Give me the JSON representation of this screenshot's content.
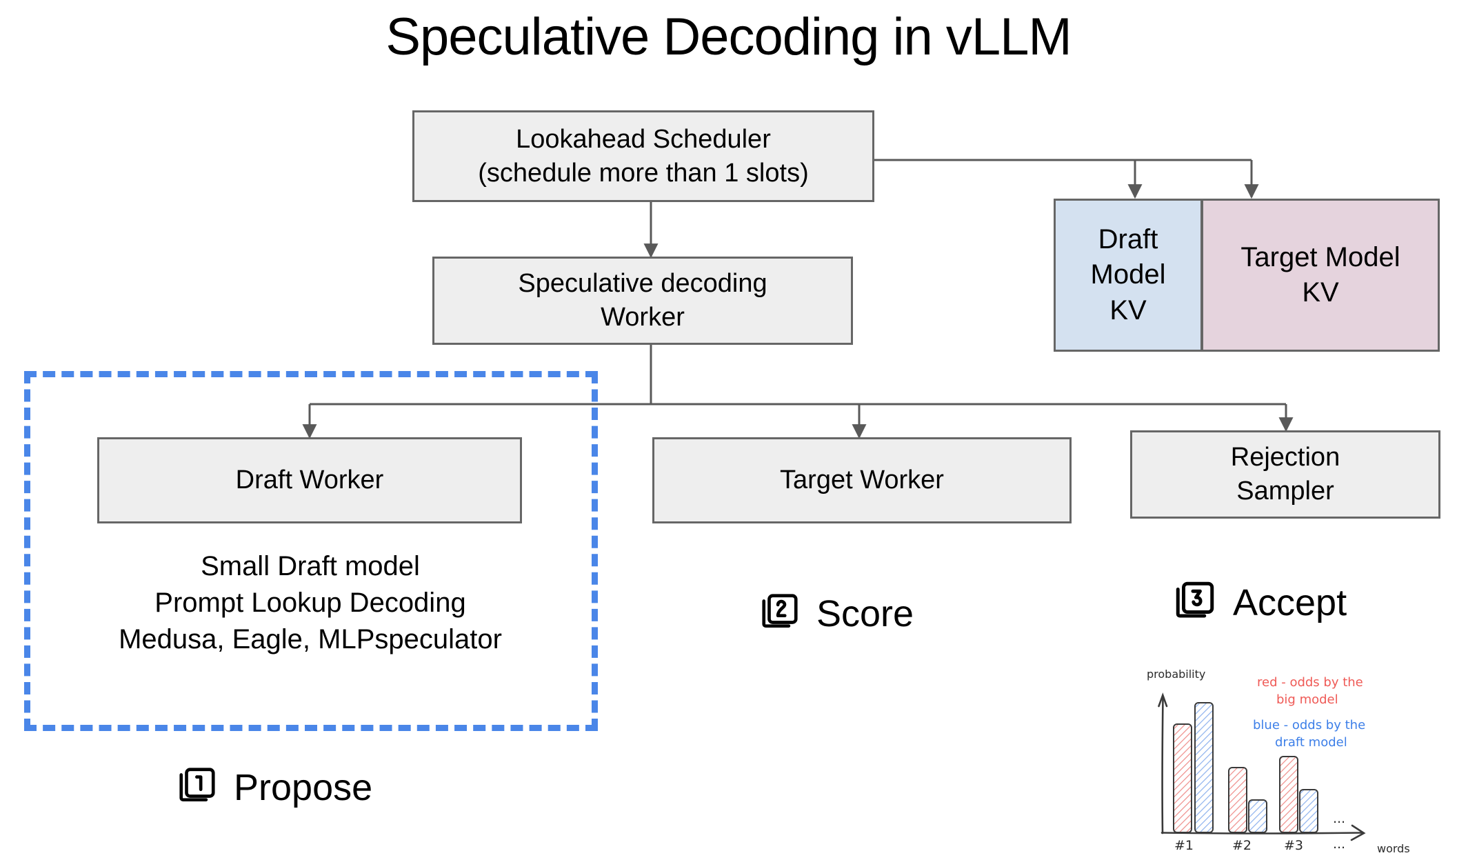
{
  "title": "Speculative Decoding in vLLM",
  "nodes": {
    "scheduler": "Lookahead Scheduler\n(schedule more than 1 slots)",
    "spec_worker": "Speculative decoding\nWorker",
    "draft_worker": "Draft Worker",
    "target_worker": "Target Worker",
    "rejection_sampler": "Rejection\nSampler",
    "draft_kv": "Draft\nModel\nKV",
    "target_kv": "Target Model\nKV"
  },
  "propose_group": {
    "methods": "Small Draft model\nPrompt Lookup Decoding\nMedusa, Eagle, MLPspeculator"
  },
  "steps": [
    {
      "number": "1",
      "label": "Propose",
      "icon": "number-square-1-icon"
    },
    {
      "number": "2",
      "label": "Score",
      "icon": "number-square-2-icon"
    },
    {
      "number": "3",
      "label": "Accept",
      "icon": "number-square-3-icon"
    }
  ],
  "colors": {
    "box_fill": "#eeeeee",
    "box_border": "#666666",
    "draft_kv_fill": "#d4e1f0",
    "target_kv_fill": "#e5d3dd",
    "dashed_group": "#4a86e8",
    "chart_red": "#ef5a56",
    "chart_blue": "#3d7fe8"
  },
  "chart_data": {
    "type": "bar",
    "title": "",
    "xlabel": "words",
    "ylabel": "probability",
    "categories": [
      "#1",
      "#2",
      "#3",
      "..."
    ],
    "series": [
      {
        "name": "red - odds by the big model",
        "color": "#ef5a56",
        "values": [
          0.76,
          0.46,
          0.54,
          null
        ]
      },
      {
        "name": "blue - odds by the draft model",
        "color": "#3d7fe8",
        "values": [
          0.93,
          0.21,
          0.3,
          null
        ]
      }
    ],
    "legend": [
      {
        "text": "red - odds by the\nbig model",
        "color": "#ef5a56"
      },
      {
        "text": "blue - odds by the\ndraft model",
        "color": "#3d7fe8"
      }
    ],
    "ylim": [
      0,
      1
    ],
    "grid": false,
    "legend_position": "top-right",
    "annotations": [
      "...",
      "..."
    ],
    "style": "hand-drawn hatched bars"
  }
}
